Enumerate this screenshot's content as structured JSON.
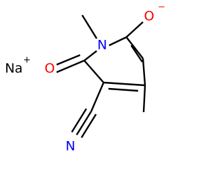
{
  "molecule": {
    "atoms": {
      "na": {
        "label": "Na",
        "charge": "+",
        "color": "#000000"
      },
      "n_ring": {
        "label": "N",
        "color": "#0000ff"
      },
      "o_carbonyl": {
        "label": "O",
        "color": "#ff0000"
      },
      "o_anion": {
        "label": "O",
        "charge": "−",
        "color": "#ff0000"
      },
      "n_nitrile": {
        "label": "N",
        "color": "#0000ff"
      }
    },
    "bond_color": "#000000"
  }
}
